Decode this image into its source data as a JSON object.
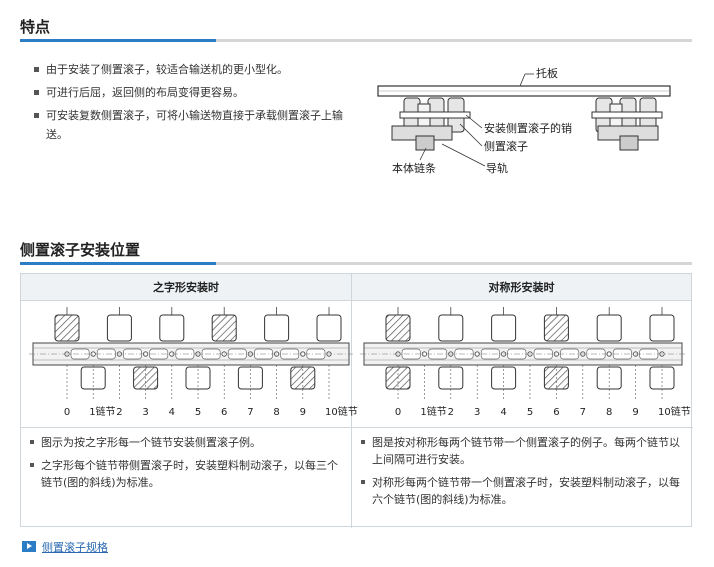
{
  "features_section": {
    "title": "特点",
    "items": [
      "由于安装了侧置滚子，较适合输送机的更小型化。",
      "可进行后屈，返回侧的布局变得更容易。",
      "可安装复数侧置滚子，可将小输送物直接于承载侧置滚子上输送。"
    ]
  },
  "diagram": {
    "labels": {
      "carrier": "托板",
      "pin": "安装侧置滚子的销",
      "side_roller": "侧置滚子",
      "chain": "本体链条",
      "guide": "导轨"
    }
  },
  "position_section": {
    "title": "侧置滚子安装位置",
    "left": {
      "header": "之字形安装时",
      "scale": [
        "0",
        "1链节",
        "2",
        "3",
        "4",
        "5",
        "6",
        "7",
        "8",
        "9",
        "10链节"
      ],
      "hatched_top": [
        0,
        6
      ],
      "hatched_bottom": [
        3,
        9
      ],
      "notes": [
        "图示为按之字形每一个链节安装侧置滚子例。",
        "之字形每个链节带侧置滚子时，安装塑料制动滚子，以每三个链节(图的斜线)为标准。"
      ]
    },
    "right": {
      "header": "对称形安装时",
      "scale": [
        "0",
        "1链节",
        "2",
        "3",
        "4",
        "5",
        "6",
        "7",
        "8",
        "9",
        "10链节"
      ],
      "hatched_top": [
        0,
        6
      ],
      "hatched_bottom": [
        0,
        6
      ],
      "notes": [
        "图是按对称形每两个链节带一个侧置滚子的例子。每两个链节以上间隔可进行安装。",
        "对称形每两个链节带一个侧置滚子时，安装塑料制动滚子，以每六个链节(图的斜线)为标准。"
      ]
    }
  },
  "link": {
    "label": "侧置滚子规格"
  },
  "colors": {
    "accent": "#2c7dc6",
    "rule": "#d6d6d6",
    "header_bg": "#eef2f5",
    "link": "#2a69b0"
  }
}
